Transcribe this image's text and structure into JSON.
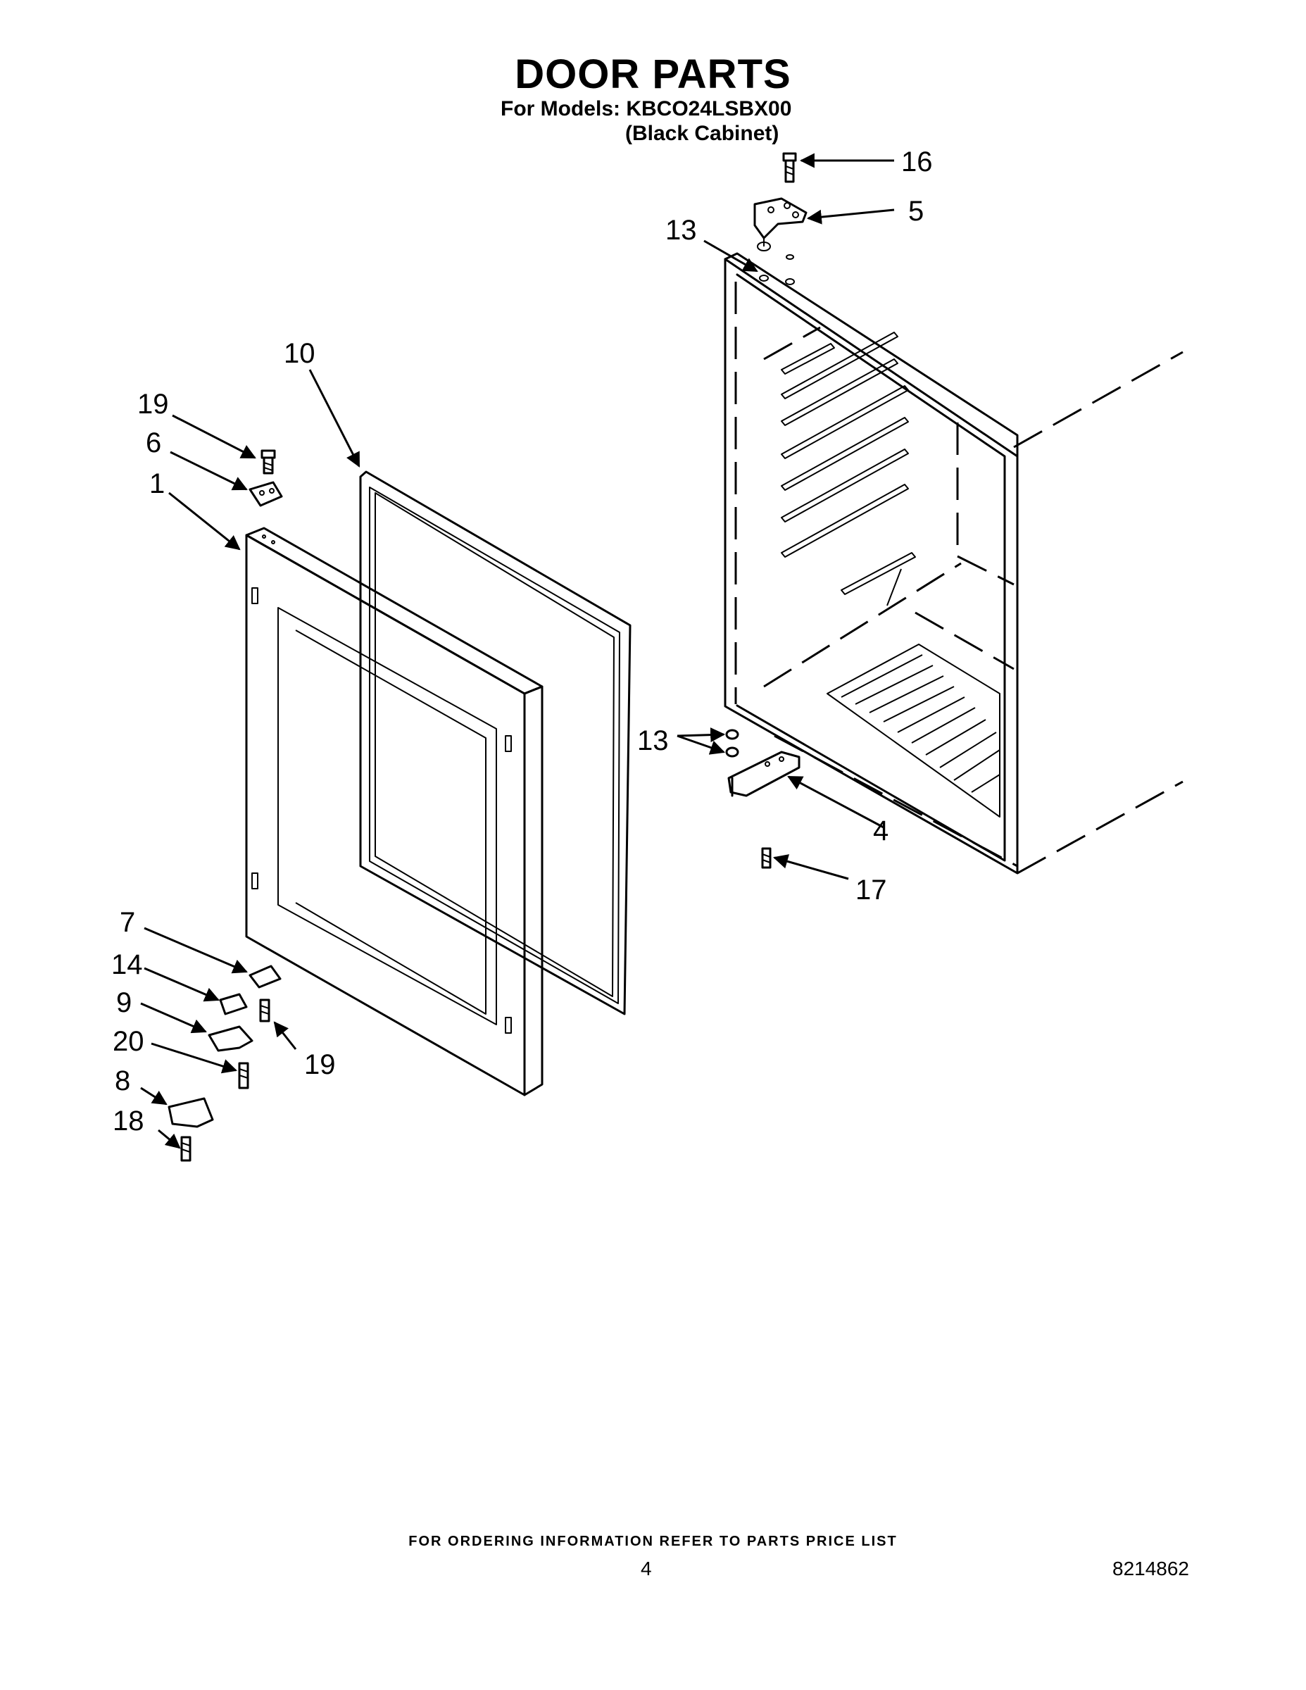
{
  "header": {
    "title": "DOOR PARTS",
    "models_line": "For Models: KBCO24LSBX00",
    "cabinet_line": "(Black Cabinet)"
  },
  "callouts": {
    "c1": "1",
    "c4": "4",
    "c5": "5",
    "c6": "6",
    "c7": "7",
    "c8": "8",
    "c9": "9",
    "c10": "10",
    "c13a": "13",
    "c13b": "13",
    "c14": "14",
    "c16": "16",
    "c17": "17",
    "c18": "18",
    "c19a": "19",
    "c19b": "19",
    "c20": "20"
  },
  "footer": {
    "ordering": "FOR ORDERING INFORMATION REFER TO PARTS PRICE LIST",
    "page_number": "4",
    "document_number": "8214862"
  }
}
